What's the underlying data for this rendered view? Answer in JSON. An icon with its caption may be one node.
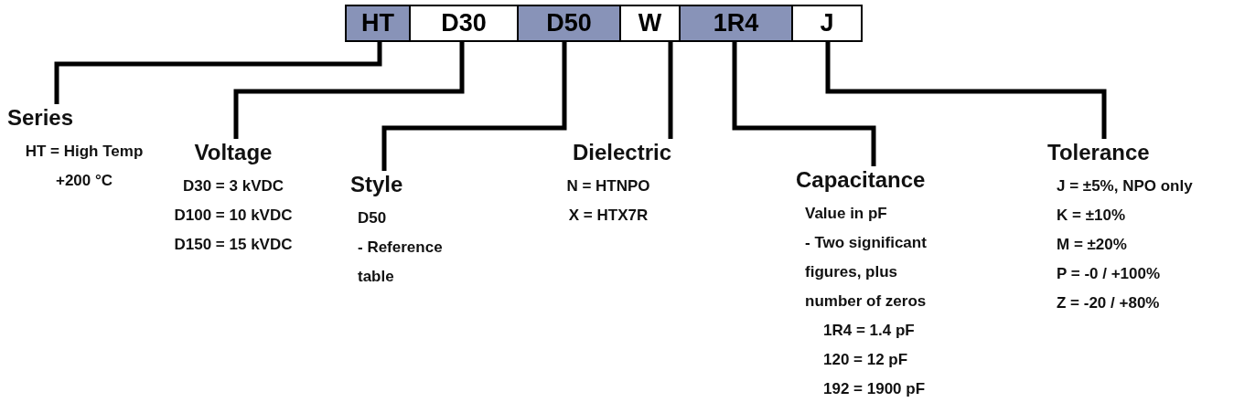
{
  "diagram": {
    "nodes": [
      {
        "text": [
          "HT"
        ]
      },
      {
        "text": [
          "D30"
        ]
      },
      {
        "text": [
          "D50"
        ]
      },
      {
        "text": [
          "W"
        ]
      },
      {
        "text": [
          "1R4"
        ]
      },
      {
        "text": [
          "J"
        ]
      },
      {
        "text": [
          "Series",
          "HT = High Temp +200 °C"
        ]
      },
      {
        "text": [
          "Voltage",
          "D30 = 3 kVDC",
          "D100 = 10 kVDC",
          "D150 = 15 kVDC"
        ]
      },
      {
        "text": [
          "Style",
          "D50",
          "- Reference table"
        ]
      },
      {
        "text": [
          "Dielectric",
          "N = HTNPO",
          "X = HTX7R"
        ]
      },
      {
        "text": [
          "Capacitance",
          "Value in pF",
          "- Two significant figures, plus number of zeros",
          "1R4 = 1.4 pF",
          "120 = 12 pF",
          "192 = 1900 pF"
        ]
      },
      {
        "text": [
          "Tolerance",
          "J = ±5%, NPO only",
          "K = ±10%",
          "M = ±20%",
          "P = -0 / +100%",
          "Z = -20 / +80%"
        ]
      }
    ],
    "edges": [
      {
        "from": 0,
        "to": 6,
        "arrow": "none"
      },
      {
        "from": 1,
        "to": 7,
        "arrow": "none"
      },
      {
        "from": 2,
        "to": 8,
        "arrow": "none"
      },
      {
        "from": 3,
        "to": 9,
        "arrow": "none"
      },
      {
        "from": 4,
        "to": 10,
        "arrow": "none"
      },
      {
        "from": 5,
        "to": 11,
        "arrow": "none"
      }
    ]
  }
}
